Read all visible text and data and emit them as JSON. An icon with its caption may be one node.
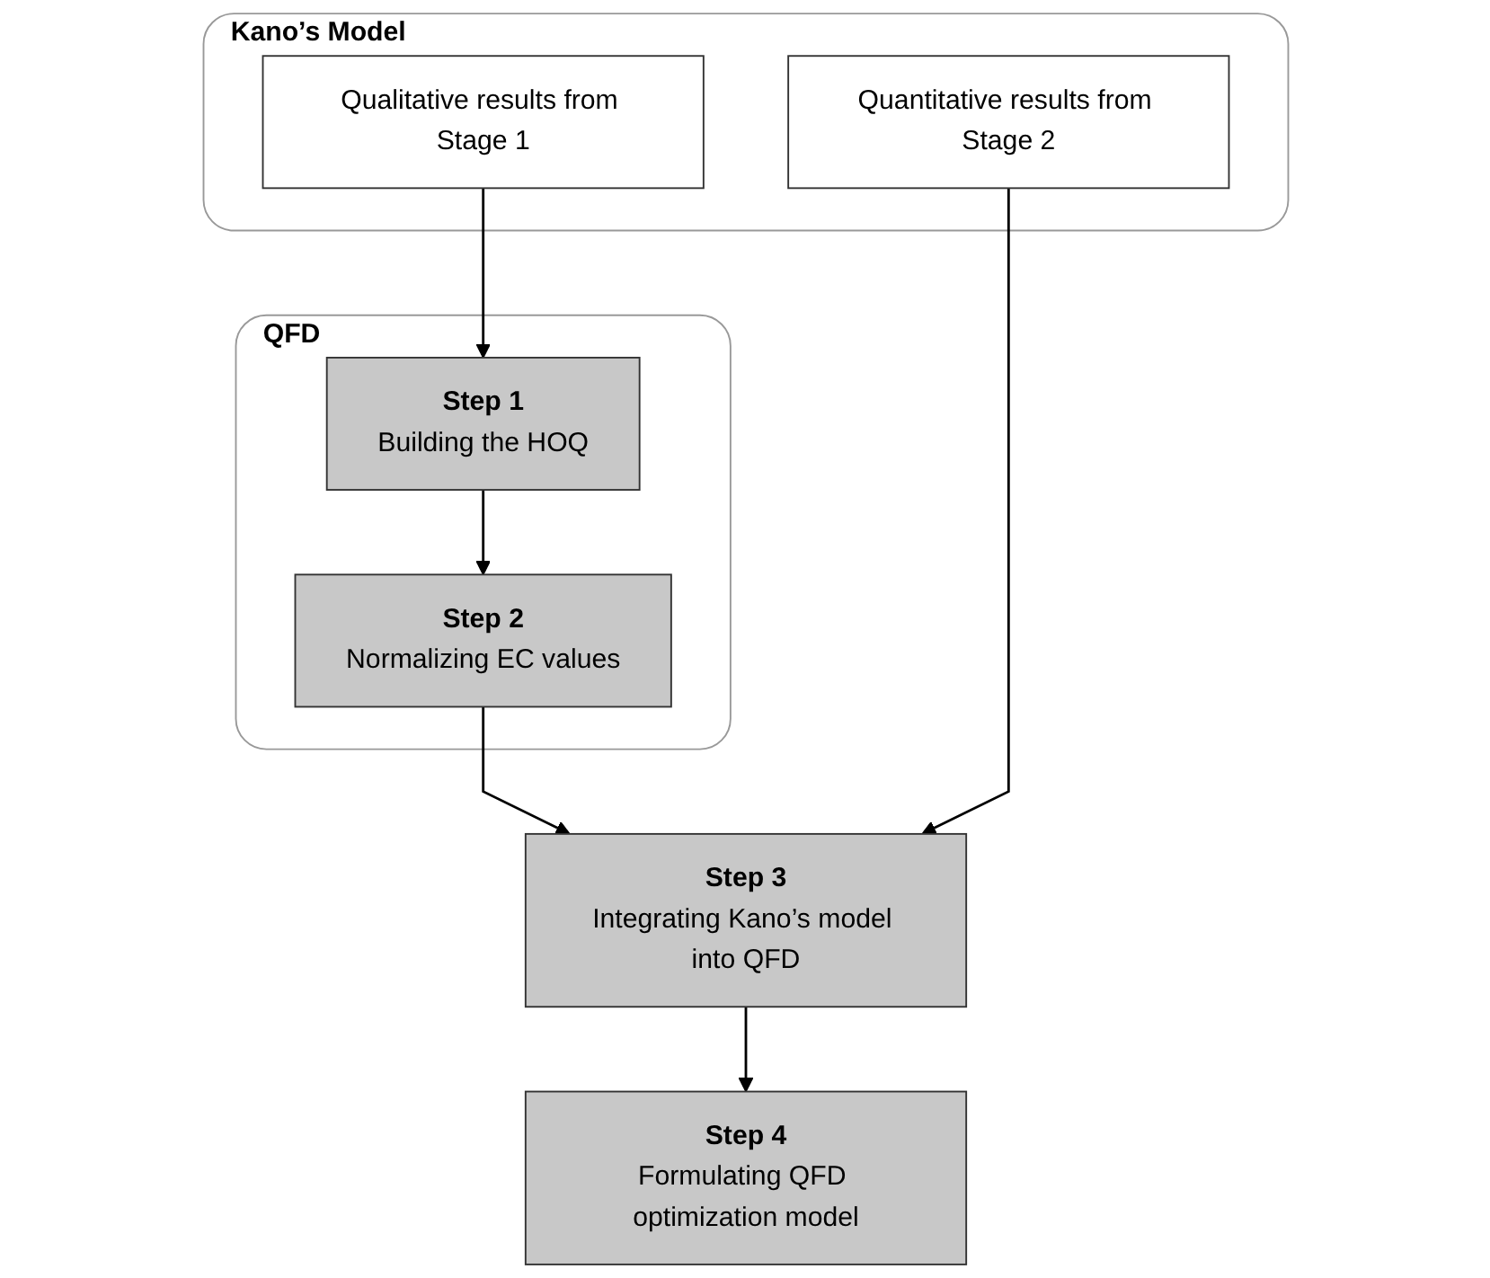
{
  "diagram": {
    "nodes": [
      {
        "text": [
          "QFD"
        ]
      },
      {
        "text": [
          "Step 1",
          "Building the HOQ"
        ],
        "in": 0
      },
      {
        "text": [
          "Step 2",
          "Normalizing EC values"
        ],
        "in": 0
      },
      {
        "text": [
          "Kano’s Model"
        ]
      },
      {
        "text": [
          "Qualitative results from Stage 1"
        ],
        "in": 3
      },
      {
        "text": [
          "Quantitative results from Stage 2"
        ],
        "in": 3
      },
      {
        "text": [
          "Step 3",
          "Integrating Kano’s model into QFD"
        ]
      },
      {
        "text": [
          "Step 4",
          "Formulating QFD optimization model"
        ]
      }
    ],
    "edges": [
      {
        "from": 4,
        "to": 1,
        "arrow": "to"
      },
      {
        "from": 1,
        "to": 2,
        "arrow": "to"
      },
      {
        "from": 2,
        "to": 6,
        "arrow": "to"
      },
      {
        "from": 5,
        "to": 6,
        "arrow": "to"
      },
      {
        "from": 6,
        "to": 7,
        "arrow": "to"
      }
    ]
  }
}
